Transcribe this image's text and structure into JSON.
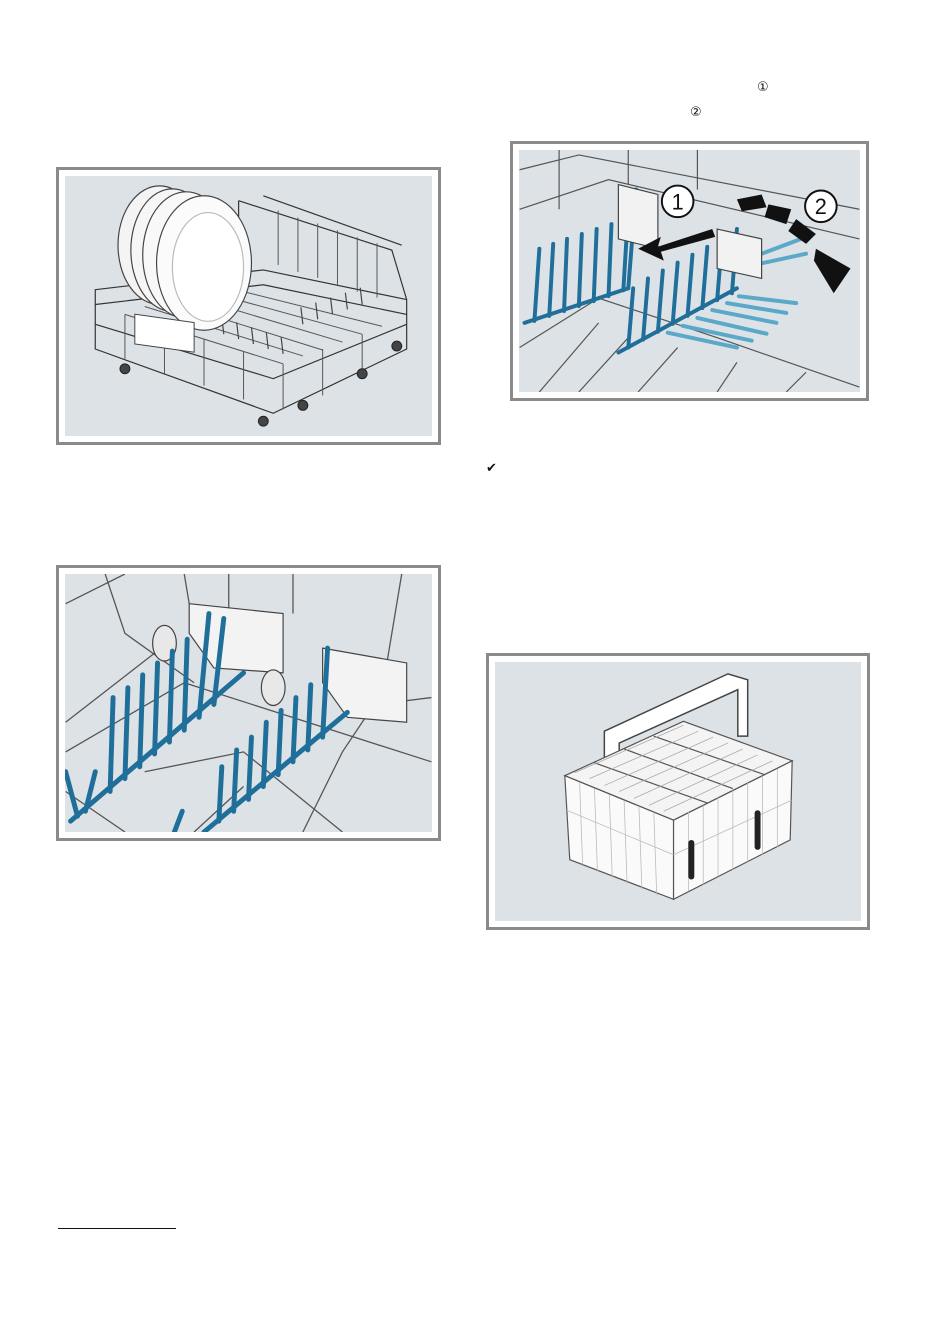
{
  "page": {
    "step_markers": [
      "①",
      "②"
    ],
    "check_symbol": "✔"
  },
  "figures": {
    "callout_1": "1",
    "callout_2": "2"
  },
  "colors": {
    "figure_bg": "#dde2e6",
    "frame": "#8a8a8a",
    "tine_blue": "#1f6f9a",
    "tine_light": "#5aa9c9"
  }
}
